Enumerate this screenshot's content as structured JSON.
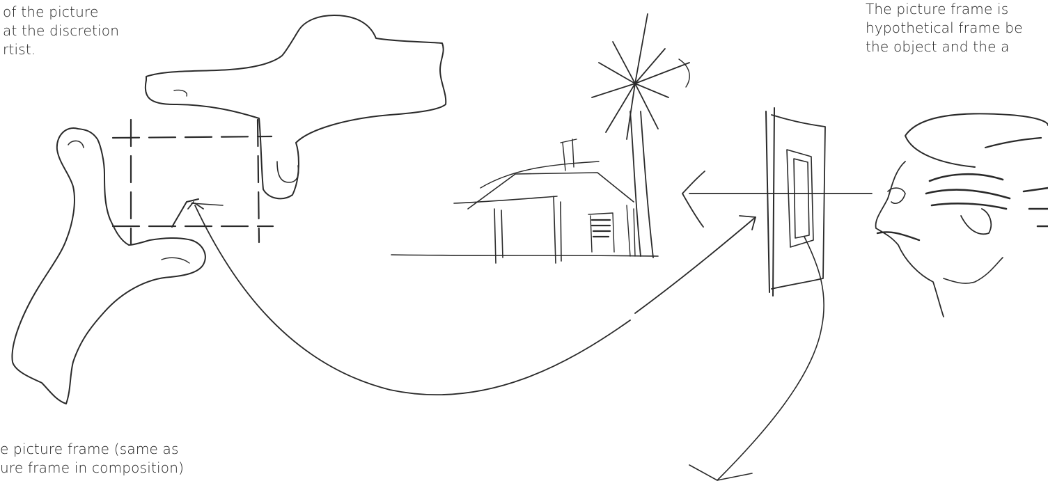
{
  "captions": {
    "top_left": "of the picture\nat the discretion\nrtist.",
    "top_right": "The picture frame is\nhypothetical frame be\nthe object and the a",
    "bottom_left": "e picture frame (same as\nure frame in composition)"
  },
  "colors": {
    "ink": "#2a2a2a",
    "paper": "#ffffff"
  }
}
